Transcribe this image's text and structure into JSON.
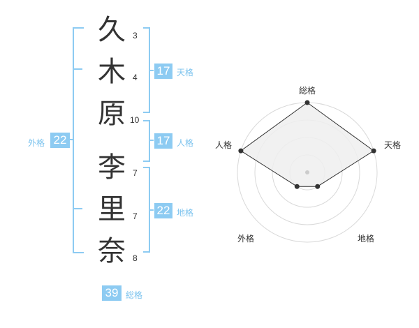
{
  "name_chars": [
    {
      "char": "久",
      "strokes": "3"
    },
    {
      "char": "木",
      "strokes": "4"
    },
    {
      "char": "原",
      "strokes": "10"
    },
    {
      "char": "李",
      "strokes": "7"
    },
    {
      "char": "里",
      "strokes": "7"
    },
    {
      "char": "奈",
      "strokes": "8"
    }
  ],
  "kaku": {
    "tenkaku": {
      "value": "17",
      "label": "天格"
    },
    "jinkaku": {
      "value": "17",
      "label": "人格"
    },
    "chikaku": {
      "value": "22",
      "label": "地格"
    },
    "gaikaku": {
      "value": "22",
      "label": "外格"
    },
    "soukaku": {
      "value": "39",
      "label": "総格"
    }
  },
  "colors": {
    "accent": "#8dcbf2",
    "text": "#333333"
  },
  "chart_data": {
    "type": "radar",
    "axes": [
      "総格",
      "天格",
      "地格",
      "外格",
      "人格"
    ],
    "values": [
      4,
      4,
      1,
      1,
      4
    ],
    "rings": 4,
    "range": [
      0,
      4
    ]
  }
}
